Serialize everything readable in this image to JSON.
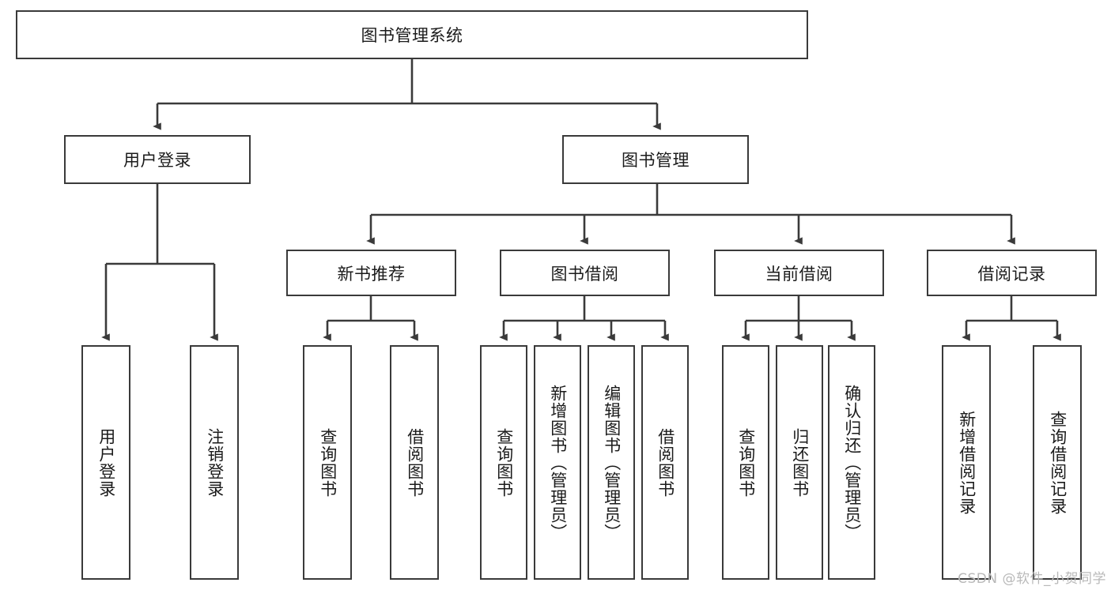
{
  "diagram": {
    "type": "hierarchy-tree",
    "title": "图书管理系统",
    "watermark": "CSDN @软件_小贺同学",
    "colors": {
      "stroke": "#3a3a3a",
      "fill": "#ffffff",
      "text": "#1b1b1b",
      "watermark": "#b9b9b9"
    },
    "root": {
      "label": "图书管理系统"
    },
    "level2": [
      {
        "label": "用户登录"
      },
      {
        "label": "图书管理"
      }
    ],
    "level3": [
      {
        "label": "新书推荐"
      },
      {
        "label": "图书借阅"
      },
      {
        "label": "当前借阅"
      },
      {
        "label": "借阅记录"
      }
    ],
    "leaves": {
      "user_login": [
        {
          "label": "用户登录"
        },
        {
          "label": "注销登录"
        }
      ],
      "new_book_recommend": [
        {
          "label": "查询图书"
        },
        {
          "label": "借阅图书"
        }
      ],
      "book_borrow": [
        {
          "label": "查询图书"
        },
        {
          "label": "新增图书（管理员）"
        },
        {
          "label": "编辑图书（管理员）"
        },
        {
          "label": "借阅图书"
        }
      ],
      "current_borrow": [
        {
          "label": "查询图书"
        },
        {
          "label": "归还图书"
        },
        {
          "label": "确认归还（管理员）"
        }
      ],
      "borrow_record": [
        {
          "label": "新增借阅记录"
        },
        {
          "label": "查询借阅记录"
        }
      ]
    }
  }
}
